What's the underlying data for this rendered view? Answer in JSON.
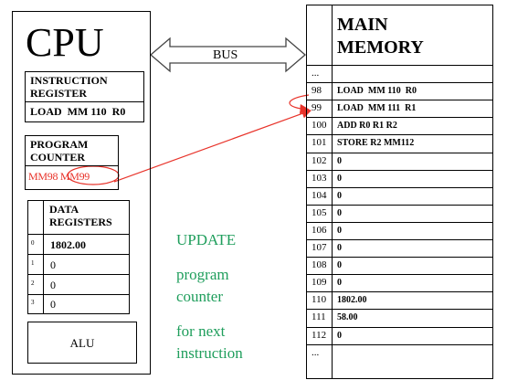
{
  "cpu": {
    "title": "CPU",
    "instruction_register": {
      "label": "INSTRUCTION REGISTER",
      "value": "LOAD  MM 110  R0"
    },
    "program_counter": {
      "label": "PROGRAM COUNTER",
      "value": "MM98 MM99"
    },
    "data_registers": {
      "label": "DATA REGISTERS",
      "rows": [
        {
          "index": "0",
          "value": "1802.00"
        },
        {
          "index": "1",
          "value": "0"
        },
        {
          "index": "2",
          "value": "0"
        },
        {
          "index": "3",
          "value": "0"
        }
      ]
    },
    "alu": {
      "label": "ALU"
    }
  },
  "bus": {
    "label": "BUS"
  },
  "annotation": {
    "lines": [
      "UPDATE",
      "program",
      "counter",
      "for next",
      "instruction"
    ],
    "color": "#1f9e5c"
  },
  "main_memory": {
    "title": "MAIN MEMORY",
    "rows": [
      {
        "address": "...",
        "content": ""
      },
      {
        "address": "98",
        "content": "LOAD  MM 110  R0"
      },
      {
        "address": "99",
        "content": "LOAD  MM 111  R1"
      },
      {
        "address": "100",
        "content": "ADD R0 R1 R2"
      },
      {
        "address": "101",
        "content": "STORE R2 MM112"
      },
      {
        "address": "102",
        "content": "0"
      },
      {
        "address": "103",
        "content": "0"
      },
      {
        "address": "104",
        "content": "0"
      },
      {
        "address": "105",
        "content": "0"
      },
      {
        "address": "106",
        "content": "0"
      },
      {
        "address": "107",
        "content": "0"
      },
      {
        "address": "108",
        "content": "0"
      },
      {
        "address": "109",
        "content": "0"
      },
      {
        "address": "110",
        "content": "1802.00"
      },
      {
        "address": "111",
        "content": "58.00"
      },
      {
        "address": "112",
        "content": "0"
      },
      {
        "address": "...",
        "content": ""
      }
    ]
  },
  "colors": {
    "pointer": "#e8332a",
    "annotation": "#1f9e5c",
    "bus_outline": "#444444"
  }
}
